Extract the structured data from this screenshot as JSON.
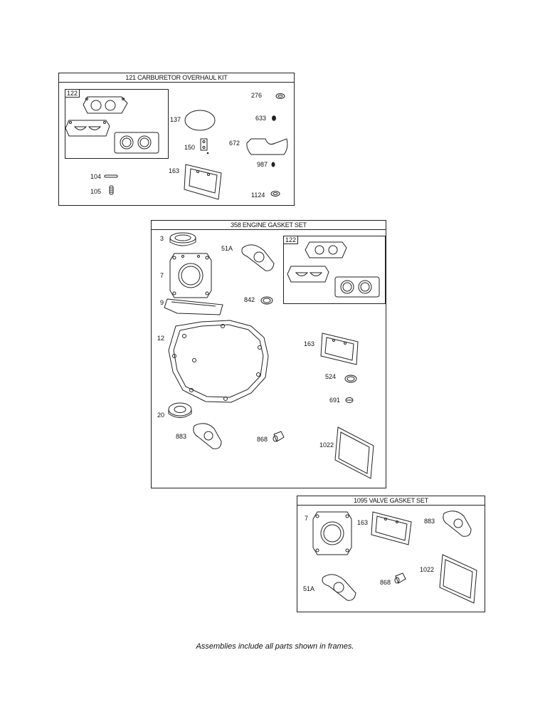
{
  "kits": {
    "carb": {
      "title": "121 CARBURETOR OVERHAUL KIT",
      "sub_tag": "122",
      "labels": {
        "p276": "276",
        "p137": "137",
        "p633": "633",
        "p150": "150",
        "p672": "672",
        "p987": "987",
        "p163": "163",
        "p104": "104",
        "p105": "105",
        "p1124": "1124"
      }
    },
    "engine": {
      "title": "358 ENGINE GASKET SET",
      "sub_tag": "122",
      "labels": {
        "p3": "3",
        "p51a": "51A",
        "p7": "7",
        "p9": "9",
        "p842": "842",
        "p12": "12",
        "p163": "163",
        "p524": "524",
        "p691": "691",
        "p20": "20",
        "p883": "883",
        "p868": "868",
        "p1022": "1022"
      }
    },
    "valve": {
      "title": "1095 VALVE GASKET SET",
      "labels": {
        "p7": "7",
        "p163": "163",
        "p883": "883",
        "p1022": "1022",
        "p868": "868",
        "p51a": "51A"
      }
    }
  },
  "footnote": "Assemblies include all parts shown in frames.",
  "colors": {
    "line": "#222222",
    "background": "#ffffff"
  }
}
